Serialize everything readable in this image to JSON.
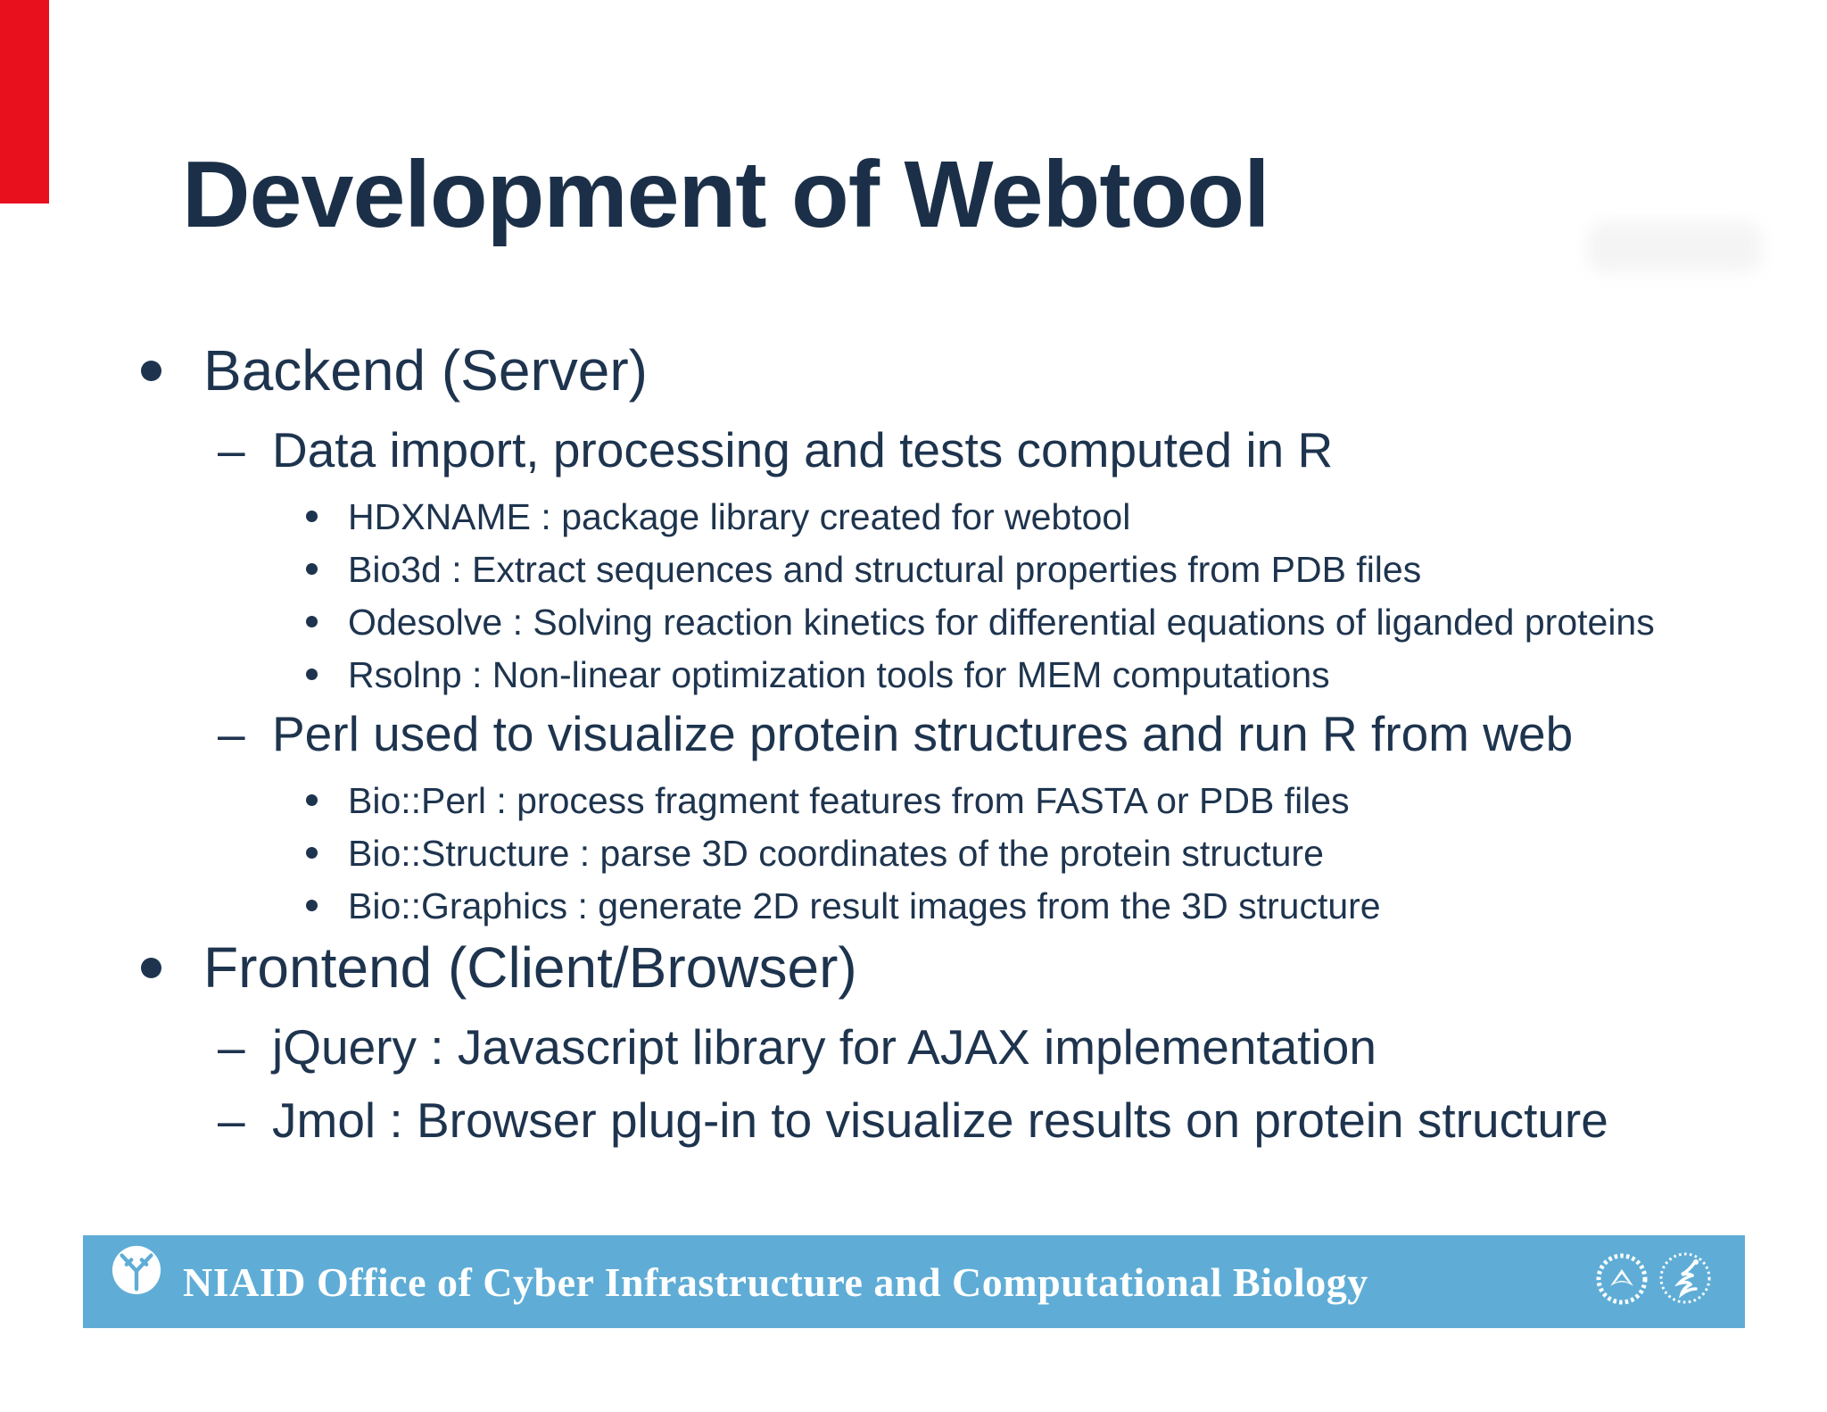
{
  "slide": {
    "title": "Development of Webtool",
    "bullets": [
      {
        "level": 1,
        "text": "Backend (Server)"
      },
      {
        "level": 2,
        "text": "Data import, processing and tests computed in R"
      },
      {
        "level": 3,
        "text": "HDXNAME : package library created for webtool"
      },
      {
        "level": 3,
        "text": "Bio3d : Extract sequences and structural properties from PDB files"
      },
      {
        "level": 3,
        "text": "Odesolve : Solving reaction kinetics for differential equations of liganded proteins"
      },
      {
        "level": 3,
        "text": "Rsolnp : Non-linear optimization tools for MEM computations"
      },
      {
        "level": 2,
        "text": "Perl used to visualize protein structures and run R from web"
      },
      {
        "level": 3,
        "text": "Bio::Perl : process fragment features from FASTA or PDB files"
      },
      {
        "level": 3,
        "text": "Bio::Structure : parse 3D coordinates of the protein structure"
      },
      {
        "level": 3,
        "text": "Bio::Graphics : generate 2D result images from the 3D structure"
      },
      {
        "level": 1,
        "text": "Frontend (Client/Browser)"
      },
      {
        "level": 2,
        "text": "jQuery : Javascript library for AJAX implementation"
      },
      {
        "level": 2,
        "text": "Jmol : Browser plug-in to visualize results on protein structure"
      }
    ],
    "dash_marker": "–"
  },
  "footer": {
    "text": "NIAID Office of Cyber Infrastructure and Computational Biology",
    "icons": [
      "niaid-logo",
      "nih-logo",
      "hhs-eagle-logo"
    ]
  },
  "colors": {
    "text_navy": "#1e344e",
    "footer_blue": "#5fadd6",
    "red_bar": "#e8101c",
    "background": "#ffffff"
  }
}
